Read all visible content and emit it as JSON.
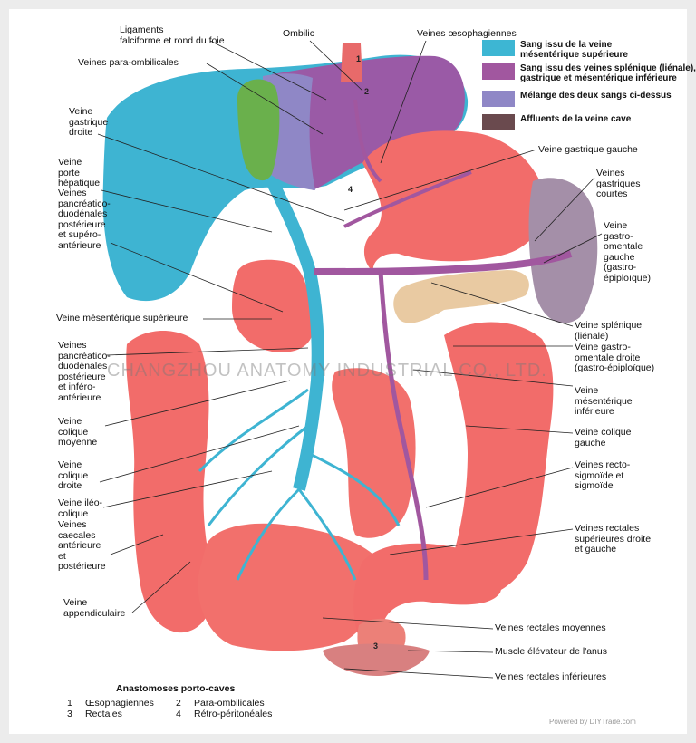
{
  "labels": {
    "ligaments": "Ligaments\nfalciforme et rond du foie",
    "ombilic": "Ombilic",
    "veines_oesophagiennes": "Veines œsophagiennes",
    "para_ombilicales": "Veines para-ombilicales",
    "gastrique_droite": "Veine\ngastrique\ndroite",
    "porte_hepatique": "Veine\nporte\nhépatique",
    "pancreatico_post_sup": "Veines\npancréatico-\nduodénales\npostérieure\net supéro-\nantérieure",
    "mesenterique_sup": "Veine mésentérique supérieure",
    "pancreatico_post_inf": "Veines\npancréatico-\nduodénales\npostérieure\net inféro-\nantérieure",
    "colique_moyenne": "Veine\ncolique\nmoyenne",
    "colique_droite": "Veine\ncolique\ndroite",
    "ileo_colique": "Veine iléo-\ncolique",
    "caecales": "Veines\ncaecales\nantérieure\net\npostérieure",
    "appendiculaire": "Veine\nappendiculaire",
    "gastrique_gauche": "Veine gastrique gauche",
    "gastriques_courtes": "Veines\ngastriques\ncourtes",
    "gastro_omentale_gauche": "Veine\ngastro-\nomentale\ngauche\n(gastro-\népiploïque)",
    "splenique": "Veine splénique\n(liénale)",
    "gastro_omentale_droite": "Veine gastro-\nomentale droite\n(gastro-épiploïque)",
    "mesenterique_inf": "Veine\nmésentérique\ninférieure",
    "colique_gauche": "Veine colique\ngauche",
    "recto_sigmoide": "Veines recto-\nsigmoïde et\nsigmoïde",
    "rectales_sup": "Veines rectales\nsupérieures droite\net gauche",
    "rectales_moyennes": "Veines rectales moyennes",
    "muscle_elevateur": "Muscle élévateur de l'anus",
    "rectales_inf": "Veines rectales inférieures"
  },
  "legend": [
    {
      "text": "Sang issu de la veine\nmésentérique supérieure",
      "color": "#3db6d3"
    },
    {
      "text": "Sang issu des veines splénique (liénale),\ngastrique et mésentérique inférieure",
      "color": "#a1579f"
    },
    {
      "text": "Mélange des deux sangs ci-dessus",
      "color": "#8f87c6"
    },
    {
      "text": "Affluents de la veine cave",
      "color": "#6a4a4e"
    }
  ],
  "anastomoses": {
    "title": "Anastomoses porto-caves",
    "items": [
      {
        "num": "1",
        "text": "Œsophagiennes"
      },
      {
        "num": "2",
        "text": "Para-ombilicales"
      },
      {
        "num": "3",
        "text": "Rectales"
      },
      {
        "num": "4",
        "text": "Rétro-péritonéales"
      }
    ]
  },
  "watermark": "CHANGZHOU ANATOMY INDUSTRIAL CO., LTD.",
  "credit": "Powered by DIYTrade.com"
}
